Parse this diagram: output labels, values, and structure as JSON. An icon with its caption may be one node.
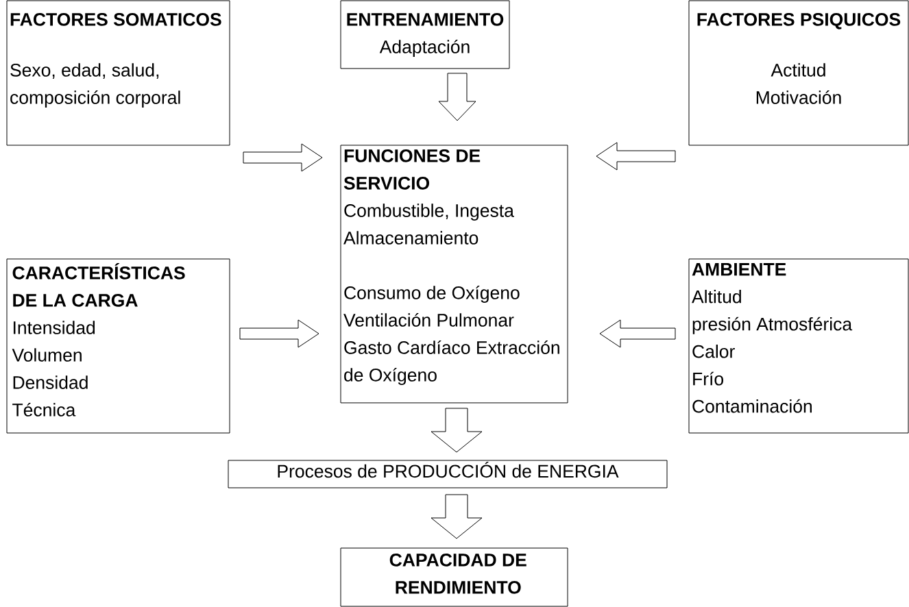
{
  "diagram": {
    "nodes": [
      {
        "text": [
          "FACTORES SOMATICOS",
          "Sexo, edad, salud, composición corporal"
        ]
      },
      {
        "text": [
          "ENTRENAMIENTO",
          "Adaptación"
        ]
      },
      {
        "text": [
          "FACTORES PSIQUICOS",
          "Actitud Motivación"
        ]
      },
      {
        "text": [
          "FUNCIONES DE SERVICIO",
          "Combustible, Ingesta Almacenamiento",
          "Consumo de Oxígeno Ventilación Pulmonar Gasto Cardíaco Extracción de Oxígeno"
        ]
      },
      {
        "text": [
          "CARACTERÍSTICAS DE LA CARGA",
          "Intensidad Volumen Densidad Técnica"
        ]
      },
      {
        "text": [
          "AMBIENTE",
          "Altitud presión Atmosférica Calor Frío Contaminación"
        ]
      },
      {
        "text": [
          "Procesos de PRODUCCIÓN de ENERGIA"
        ]
      },
      {
        "text": [
          "CAPACIDAD DE RENDIMIENTO"
        ]
      }
    ],
    "edges": [
      {
        "from": 0,
        "to": 3,
        "arrow": "to"
      },
      {
        "from": 1,
        "to": 3,
        "arrow": "to"
      },
      {
        "from": 2,
        "to": 3,
        "arrow": "to"
      },
      {
        "from": 4,
        "to": 3,
        "arrow": "to"
      },
      {
        "from": 5,
        "to": 3,
        "arrow": "to"
      },
      {
        "from": 3,
        "to": 6,
        "arrow": "to"
      },
      {
        "from": 6,
        "to": 7,
        "arrow": "to"
      }
    ]
  }
}
